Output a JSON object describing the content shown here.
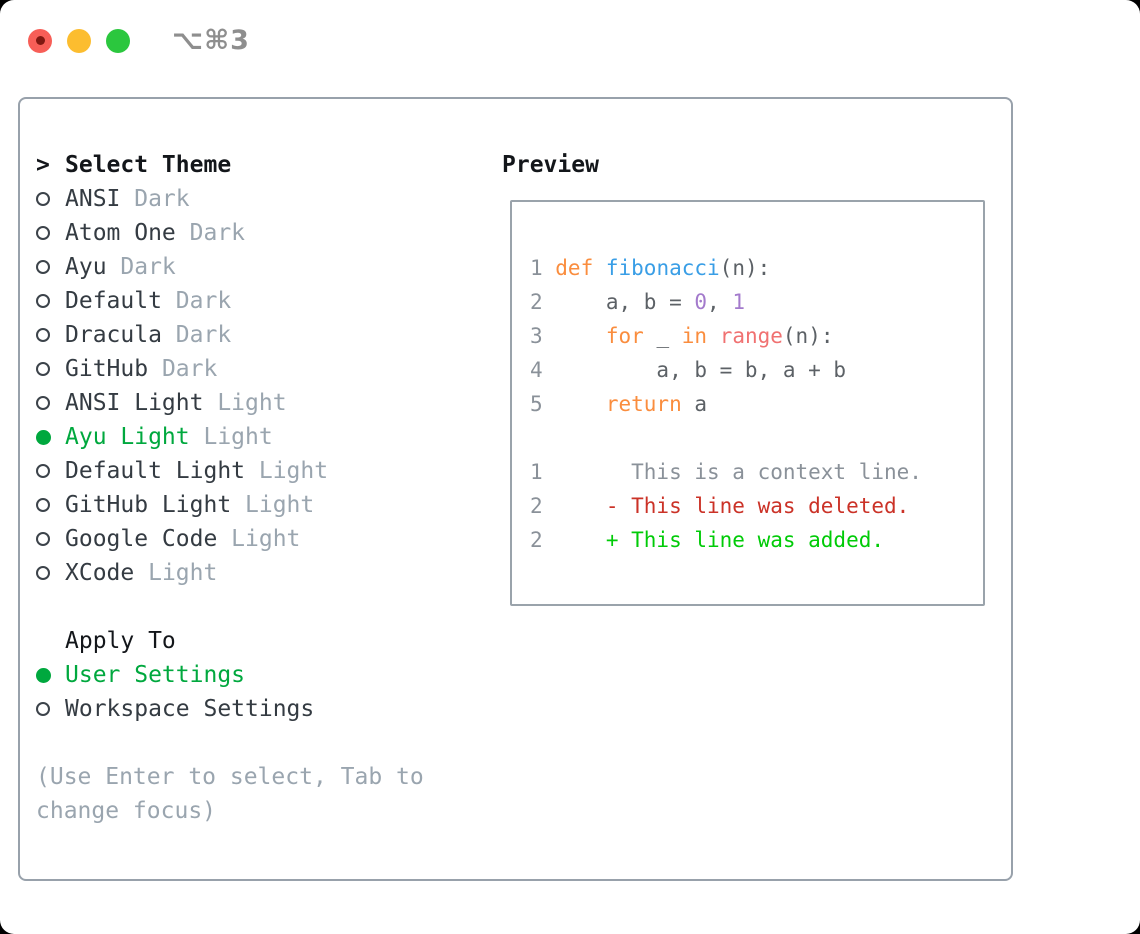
{
  "window": {
    "shortcut": "⌥⌘3",
    "traffic_lights": [
      {
        "name": "close",
        "color": "#f75e57"
      },
      {
        "name": "minimize",
        "color": "#fcbd2f"
      },
      {
        "name": "zoom",
        "color": "#2bc73e"
      }
    ]
  },
  "theme_list": {
    "prompt": ">",
    "header": "Select Theme",
    "items": [
      {
        "name": "ANSI",
        "variant": "Dark",
        "selected": false
      },
      {
        "name": "Atom One",
        "variant": "Dark",
        "selected": false
      },
      {
        "name": "Ayu",
        "variant": "Dark",
        "selected": false
      },
      {
        "name": "Default",
        "variant": "Dark",
        "selected": false
      },
      {
        "name": "Dracula",
        "variant": "Dark",
        "selected": false
      },
      {
        "name": "GitHub",
        "variant": "Dark",
        "selected": false
      },
      {
        "name": "ANSI Light",
        "variant": "Light",
        "selected": false
      },
      {
        "name": "Ayu Light",
        "variant": "Light",
        "selected": true
      },
      {
        "name": "Default Light",
        "variant": "Light",
        "selected": false
      },
      {
        "name": "GitHub Light",
        "variant": "Light",
        "selected": false
      },
      {
        "name": "Google Code",
        "variant": "Light",
        "selected": false
      },
      {
        "name": "XCode",
        "variant": "Light",
        "selected": false
      }
    ]
  },
  "apply_to": {
    "header": "Apply To",
    "options": [
      {
        "label": "User Settings",
        "selected": true
      },
      {
        "label": "Workspace Settings",
        "selected": false
      }
    ]
  },
  "hint": [
    "(Use Enter to select, Tab to",
    "change focus)"
  ],
  "preview": {
    "title": "Preview",
    "lines": [
      {
        "num": "1",
        "tokens": [
          {
            "c": "keyword",
            "t": "def"
          },
          {
            "c": "plain",
            "t": " "
          },
          {
            "c": "function",
            "t": "fibonacci"
          },
          {
            "c": "plain",
            "t": "(n):"
          }
        ]
      },
      {
        "num": "2",
        "tokens": [
          {
            "c": "plain",
            "t": "    a, b = "
          },
          {
            "c": "number",
            "t": "0"
          },
          {
            "c": "plain",
            "t": ", "
          },
          {
            "c": "number",
            "t": "1"
          }
        ]
      },
      {
        "num": "3",
        "tokens": [
          {
            "c": "plain",
            "t": "    "
          },
          {
            "c": "keyword",
            "t": "for"
          },
          {
            "c": "plain",
            "t": " _ "
          },
          {
            "c": "keyword",
            "t": "in"
          },
          {
            "c": "plain",
            "t": " "
          },
          {
            "c": "builtin",
            "t": "range"
          },
          {
            "c": "plain",
            "t": "(n):"
          }
        ]
      },
      {
        "num": "4",
        "tokens": [
          {
            "c": "plain",
            "t": "        a, b = b, a + b"
          }
        ]
      },
      {
        "num": "5",
        "tokens": [
          {
            "c": "plain",
            "t": "    "
          },
          {
            "c": "keyword",
            "t": "return"
          },
          {
            "c": "plain",
            "t": " a"
          }
        ]
      },
      {
        "num": "",
        "tokens": []
      },
      {
        "num": "1",
        "tokens": [
          {
            "c": "context",
            "t": "      This is a context line."
          }
        ]
      },
      {
        "num": "2",
        "tokens": [
          {
            "c": "deleted",
            "t": "    - This line was deleted."
          }
        ]
      },
      {
        "num": "2",
        "tokens": [
          {
            "c": "added",
            "t": "    + This line was added."
          }
        ]
      }
    ]
  },
  "colors": {
    "selection_green": "#00a83e",
    "header_black": "#13161a",
    "text_dark": "#343b42",
    "text_muted": "#9aa5af",
    "panel_border": "#98a1ab",
    "line_number": "#8a9199",
    "syntax": {
      "keyword": "#fa8d3e",
      "function": "#399ee6",
      "builtin": "#f07171",
      "number": "#a37acc",
      "plain": "#5c6166",
      "context": "#8a9199",
      "deleted": "#cb3227",
      "added": "#00cb07"
    }
  }
}
